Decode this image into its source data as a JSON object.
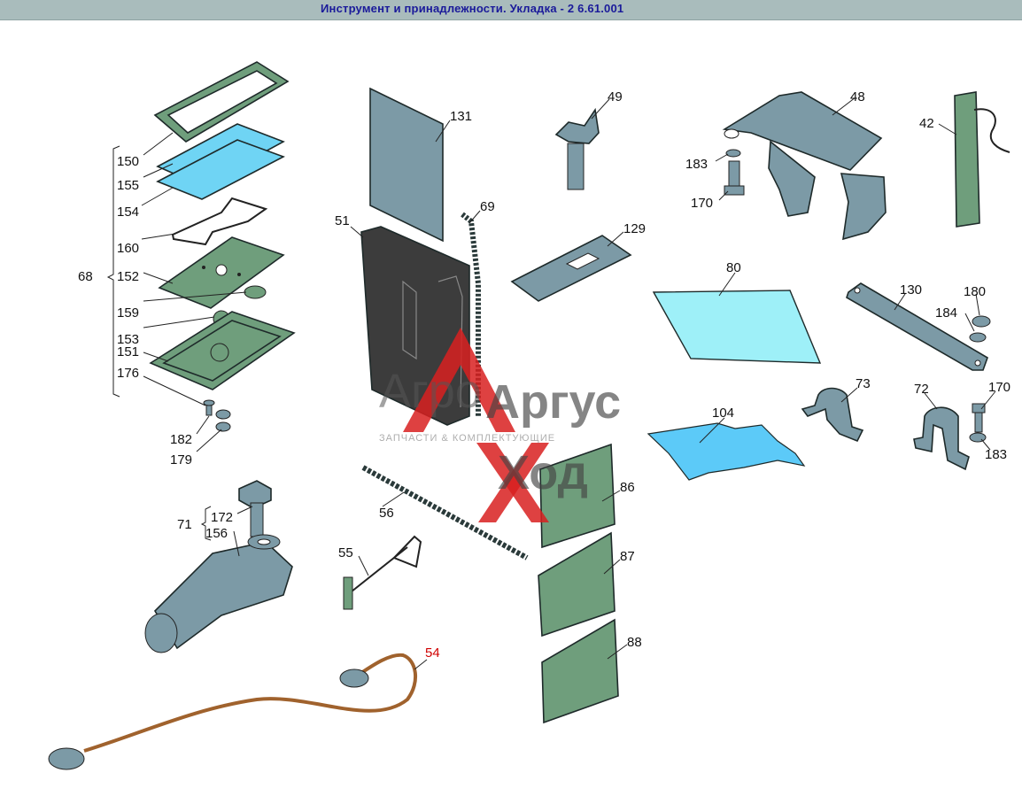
{
  "window": {
    "title": "Инструмент и принадлежности. Укладка - 2 6.61.001"
  },
  "colors": {
    "titlebar": "#a9bcbc",
    "title_text": "#1a1a9a",
    "part_green": "#6f9e7c",
    "part_blue_gray": "#7c9aa6",
    "part_cyan": "#6fd4f4",
    "part_dark": "#3c3c3c",
    "highlight_label": "#d00000"
  },
  "labels": {
    "l150": "150",
    "l155": "155",
    "l154": "154",
    "l160": "160",
    "l68": "68",
    "l152": "152",
    "l159": "159",
    "l153": "153",
    "l151": "151",
    "l176": "176",
    "l182": "182",
    "l179": "179",
    "l71": "71",
    "l172": "172",
    "l156": "156",
    "l131": "131",
    "l51": "51",
    "l69": "69",
    "l56": "56",
    "l55": "55",
    "l54": "54",
    "l49": "49",
    "l129": "129",
    "l80": "80",
    "l104": "104",
    "l86": "86",
    "l87": "87",
    "l88": "88",
    "l48": "48",
    "l183a": "183",
    "l170a": "170",
    "l42": "42",
    "l130": "130",
    "l180": "180",
    "l184": "184",
    "l73": "73",
    "l72": "72",
    "l170b": "170",
    "l183b": "183"
  },
  "watermark": {
    "line1": "Агро",
    "line2": "Аргус",
    "line3": "Ход",
    "line4": "ЗАПЧАСТИ & КОМПЛЕКТУЮЩИЕ"
  }
}
